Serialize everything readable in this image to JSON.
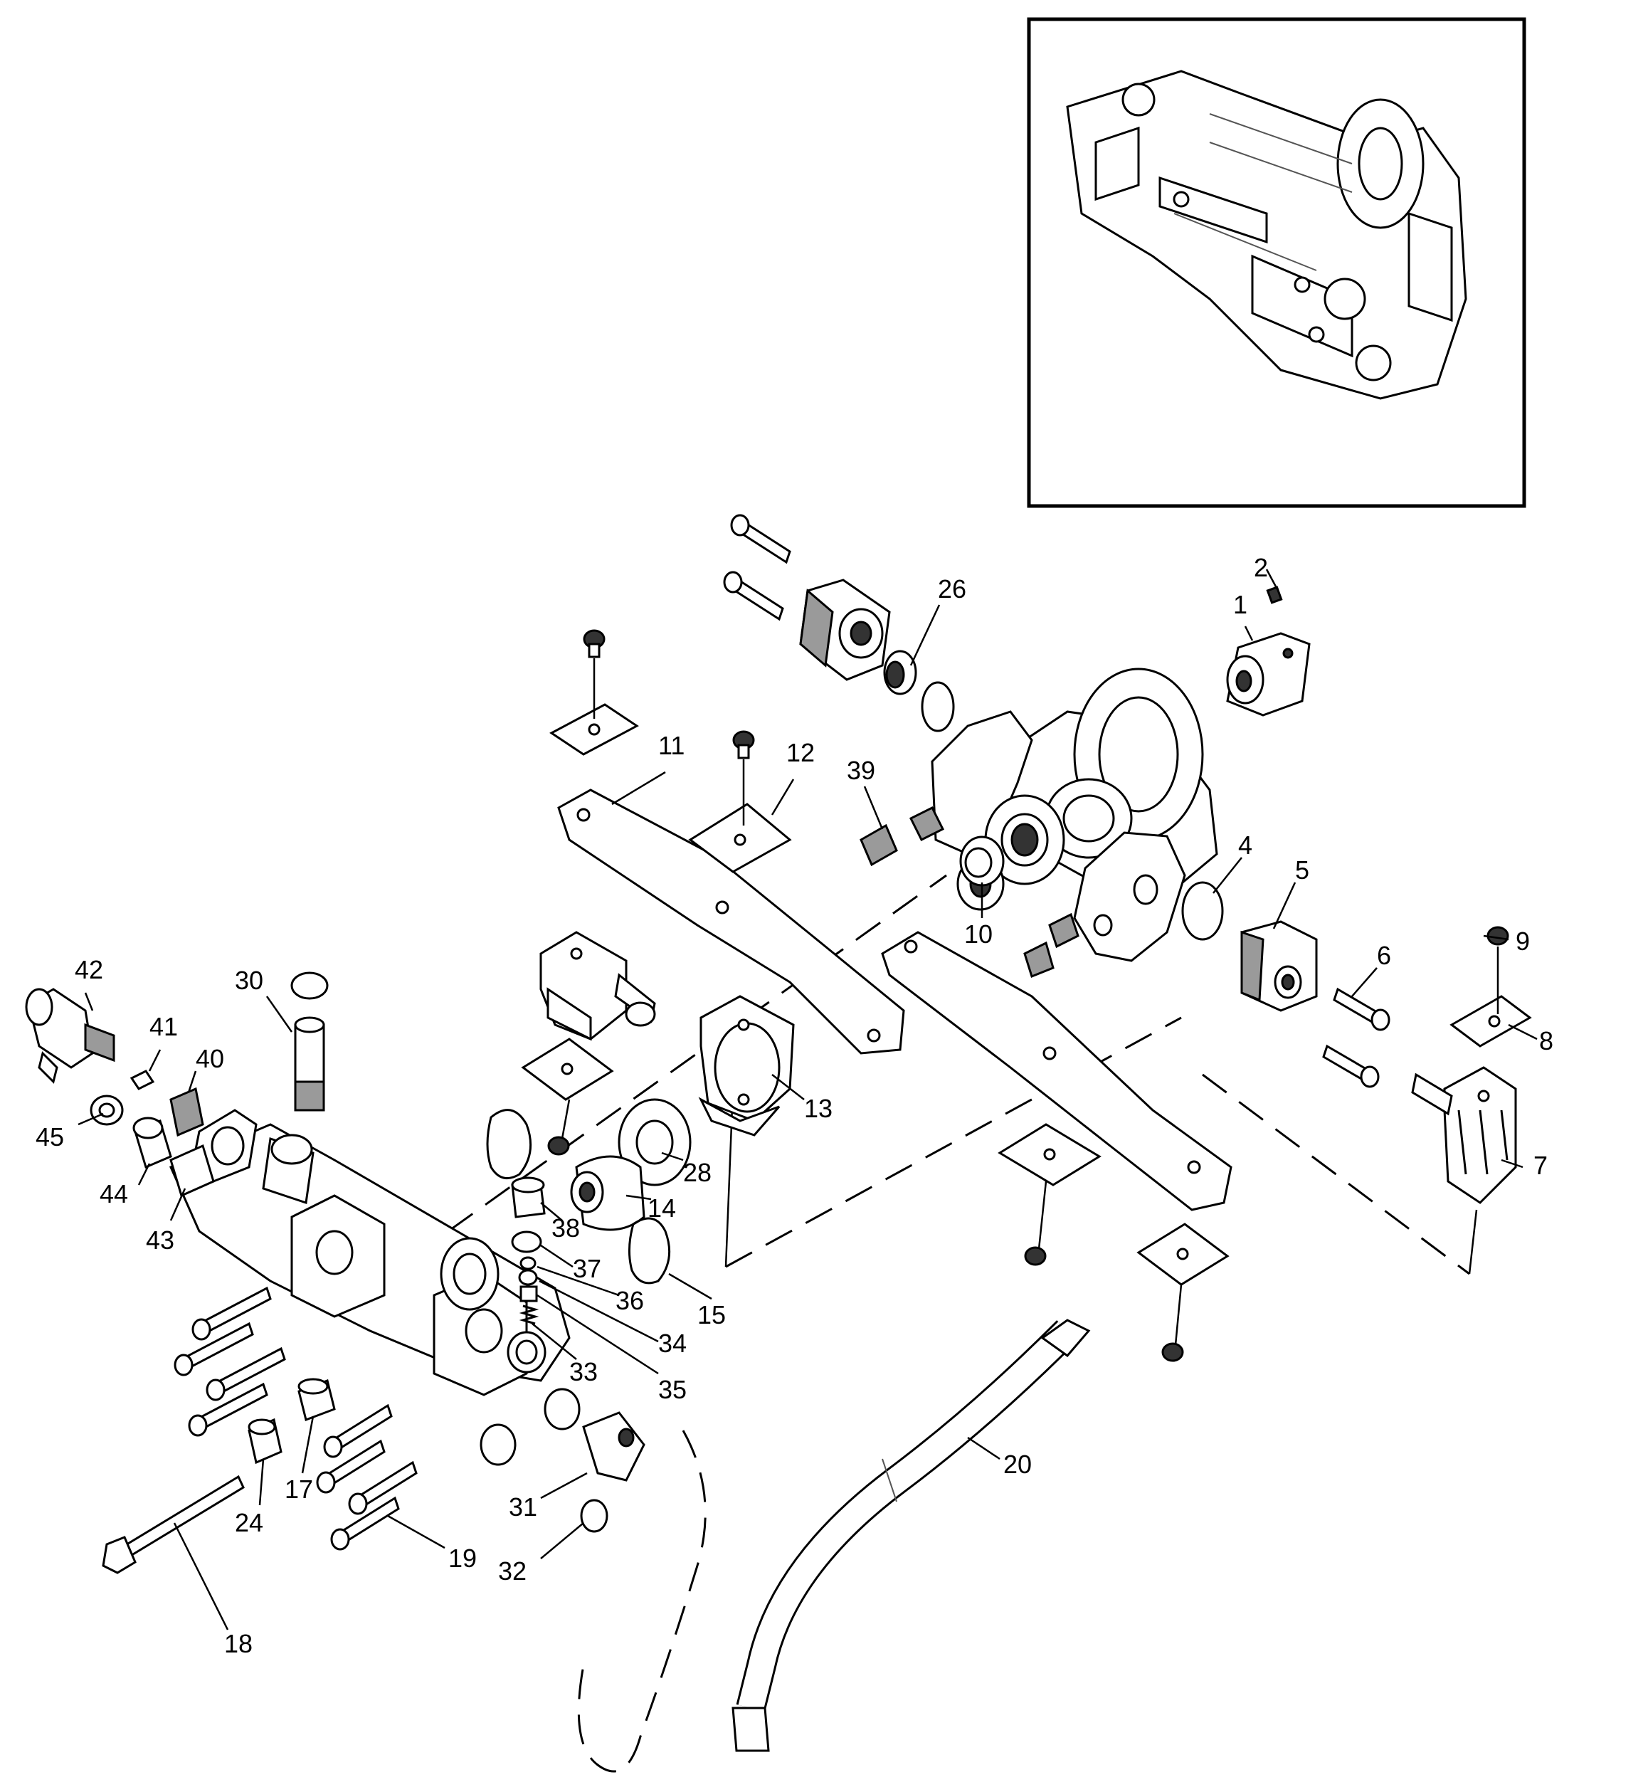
{
  "inset": {
    "label": "assembled-pump-view"
  },
  "callouts": [
    {
      "num": "1"
    },
    {
      "num": "2"
    },
    {
      "num": "4"
    },
    {
      "num": "5"
    },
    {
      "num": "6"
    },
    {
      "num": "7"
    },
    {
      "num": "8"
    },
    {
      "num": "9"
    },
    {
      "num": "10"
    },
    {
      "num": "11"
    },
    {
      "num": "12"
    },
    {
      "num": "13"
    },
    {
      "num": "14"
    },
    {
      "num": "15"
    },
    {
      "num": "17"
    },
    {
      "num": "18"
    },
    {
      "num": "19"
    },
    {
      "num": "20"
    },
    {
      "num": "24"
    },
    {
      "num": "26"
    },
    {
      "num": "28"
    },
    {
      "num": "30"
    },
    {
      "num": "31"
    },
    {
      "num": "32"
    },
    {
      "num": "33"
    },
    {
      "num": "34"
    },
    {
      "num": "35"
    },
    {
      "num": "36"
    },
    {
      "num": "37"
    },
    {
      "num": "38"
    },
    {
      "num": "39"
    },
    {
      "num": "40"
    },
    {
      "num": "41"
    },
    {
      "num": "42"
    },
    {
      "num": "43"
    },
    {
      "num": "44"
    },
    {
      "num": "45"
    }
  ]
}
